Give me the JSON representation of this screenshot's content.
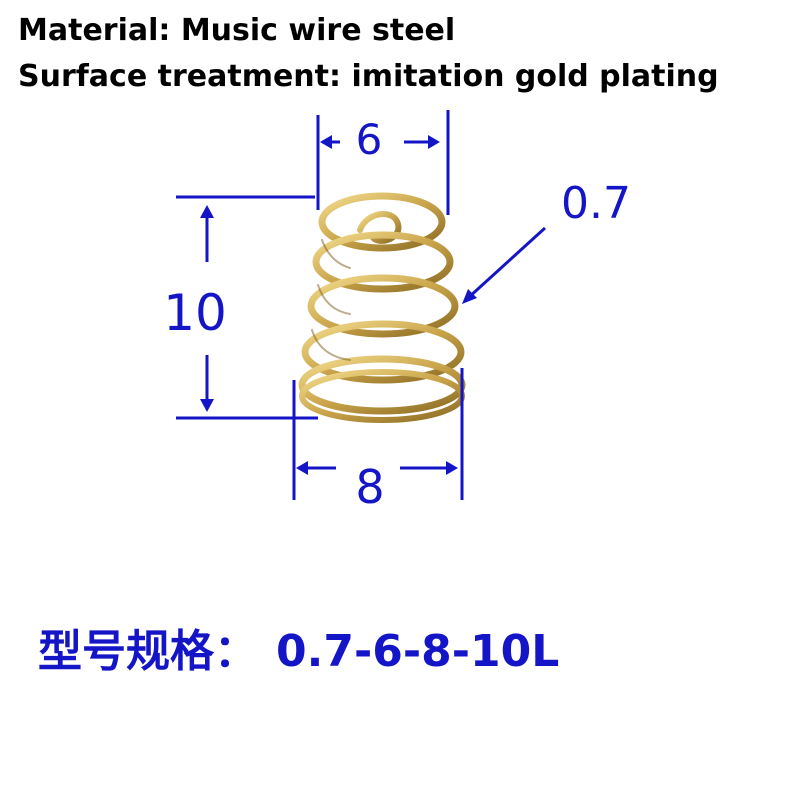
{
  "header": {
    "material": "Material: Music wire steel",
    "surface": "Surface treatment: imitation gold plating"
  },
  "dimensions": {
    "top_diameter": "6",
    "wire_diameter": "0.7",
    "height": "10",
    "bottom_diameter": "8"
  },
  "model": {
    "label": "型号规格：",
    "code": "0.7-6-8-10L"
  },
  "colors": {
    "dimension": "#1515c8",
    "spring": "#c9a44a",
    "text": "#000000"
  }
}
